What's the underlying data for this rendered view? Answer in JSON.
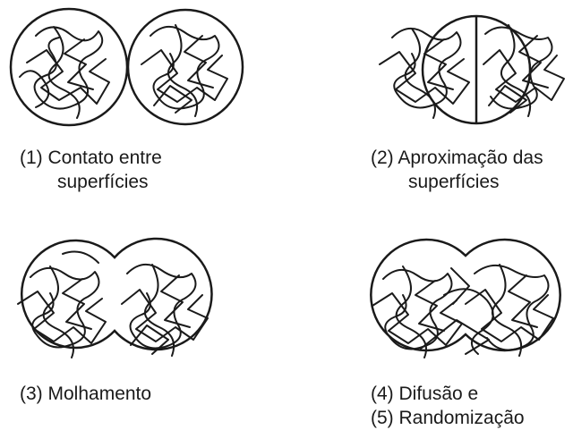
{
  "panels": [
    {
      "caption": [
        "(1) Contato entre",
        "superfícies"
      ],
      "stage": "contact"
    },
    {
      "caption": [
        "(2) Aproximação das",
        "superfícies"
      ],
      "stage": "approach"
    },
    {
      "caption": [
        "(3) Molhamento"
      ],
      "stage": "wetting"
    },
    {
      "caption": [
        "(4) Difusão e",
        "(5) Randomização"
      ],
      "stage": "diffusion"
    }
  ],
  "colors": {
    "stroke": "#1a1a1a",
    "background": "#ffffff"
  }
}
